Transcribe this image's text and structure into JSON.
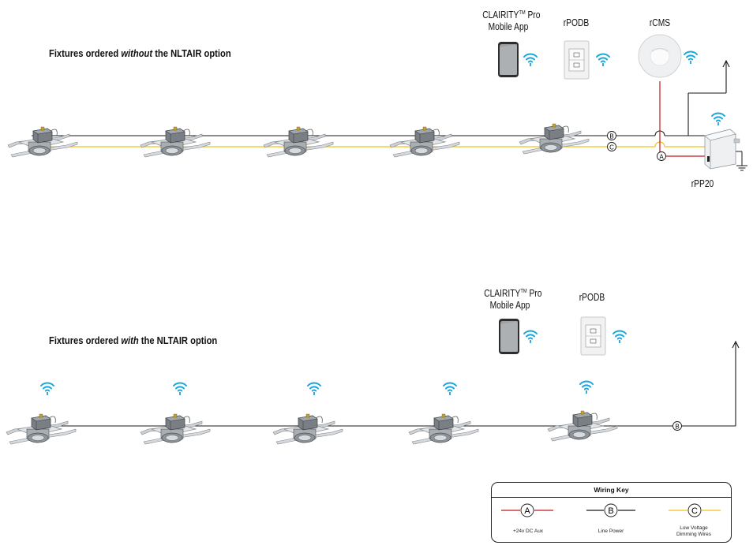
{
  "top_section": {
    "title_prefix": "Fixtures ordered ",
    "title_emphasis": "without",
    "title_suffix": " the NLTAIR option",
    "devices": {
      "app_label_line1": "CLAIRITY",
      "app_label_tm": "TM",
      "app_label_pro": " Pro",
      "app_label_line2": "Mobile App",
      "podb_label": "rPODB",
      "cms_label": "rCMS",
      "pp20_label": "rPP20"
    },
    "wire_markers": {
      "a": "A",
      "b": "B",
      "c": "C"
    }
  },
  "bottom_section": {
    "title_prefix": "Fixtures ordered ",
    "title_emphasis": "with",
    "title_suffix": " the NLTAIR option",
    "devices": {
      "app_label_line1": "CLAIRITY",
      "app_label_tm": "TM",
      "app_label_pro": " Pro",
      "app_label_line2": "Mobile App",
      "podb_label": "rPODB"
    },
    "wire_markers": {
      "b": "B"
    }
  },
  "wiring_key": {
    "title": "Wiring Key",
    "items": [
      {
        "symbol": "A",
        "label": "+24v DC Aux",
        "color": "#c0171a"
      },
      {
        "symbol": "B",
        "label": "Line Power",
        "color": "#1a1a1a"
      },
      {
        "symbol": "C",
        "label_line1": "Low Voltage",
        "label_line2": "Dimming Wires",
        "color": "#f2c21a"
      }
    ]
  },
  "colors": {
    "aux_red": "#c0171a",
    "line_black": "#1a1a1a",
    "dimming_yellow": "#f2c21a",
    "wifi_blue": "#19a6dc"
  },
  "icons": [
    "wifi-icon",
    "phone-icon",
    "wall-switch-icon",
    "ceiling-sensor-icon",
    "power-pack-icon",
    "ground-icon",
    "downlight-fixture-icon"
  ]
}
